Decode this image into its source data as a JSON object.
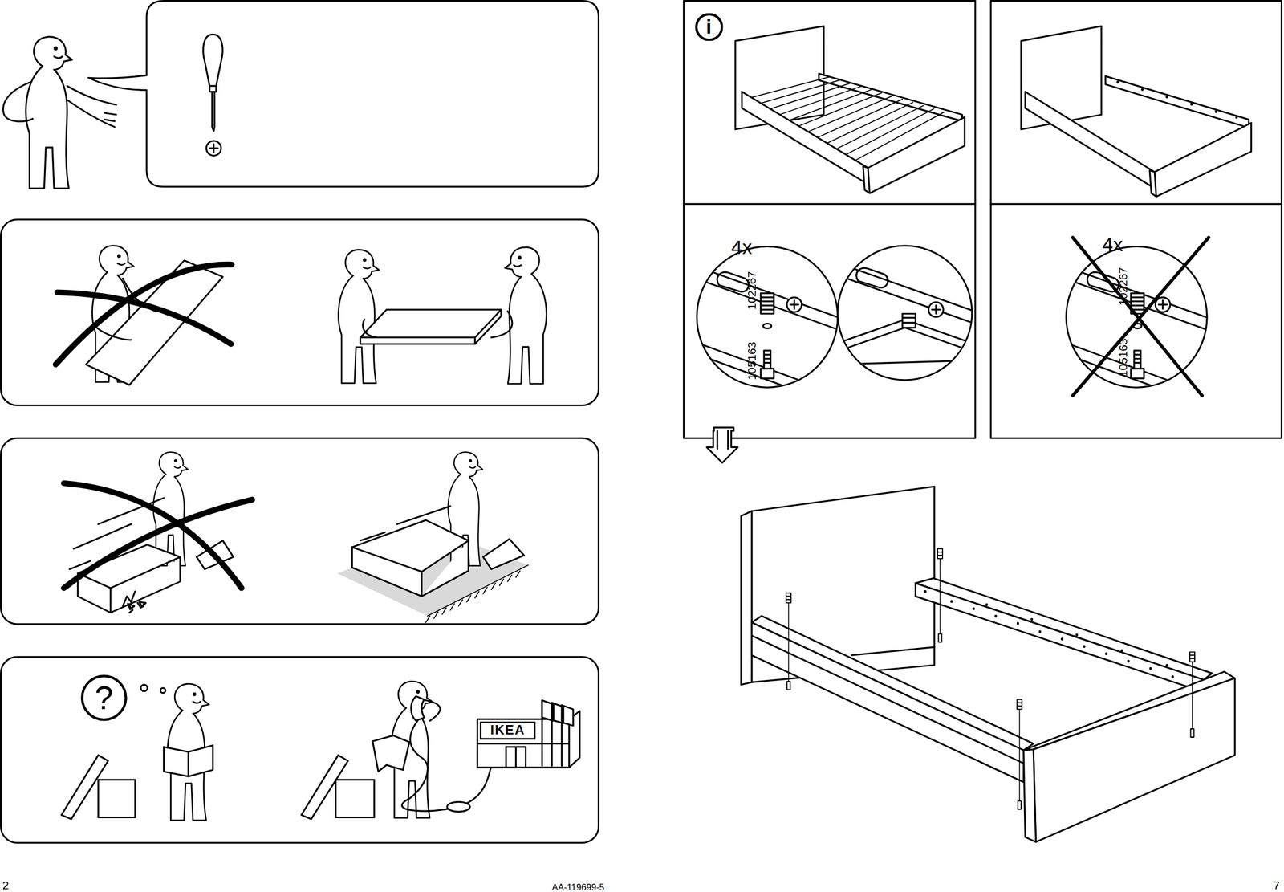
{
  "diagram": {
    "nodes": [
      {
        "text": [
          "?"
        ]
      },
      {
        "text": [
          "IKEA"
        ]
      },
      {
        "text": [
          "i"
        ]
      }
    ],
    "labels": [
      "4x",
      "102267",
      "105163",
      "4x",
      "102267",
      "105163",
      "2",
      "AA-119699-5",
      "7"
    ]
  }
}
